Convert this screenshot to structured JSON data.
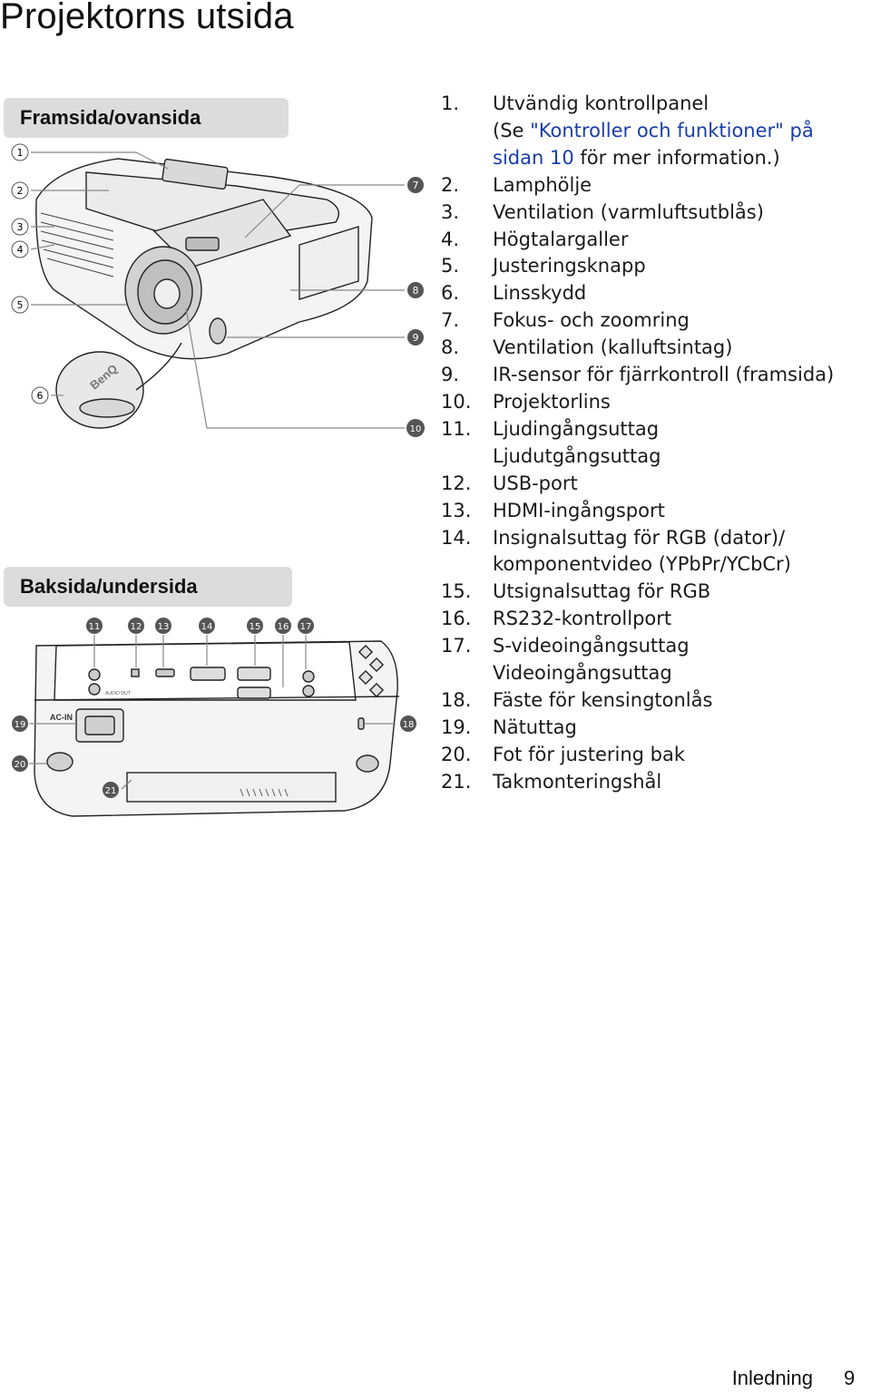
{
  "page": {
    "title": "Projektorns utsida",
    "footer_section": "Inledning",
    "page_number": "9"
  },
  "sections": {
    "front": "Framsida/ovansida",
    "back": "Baksida/undersida"
  },
  "diagram_labels": {
    "front_callouts": [
      "1",
      "2",
      "3",
      "4",
      "5",
      "6",
      "7",
      "8",
      "9",
      "10"
    ],
    "back_callouts": [
      "11",
      "12",
      "13",
      "14",
      "15",
      "16",
      "17",
      "18",
      "19",
      "20",
      "21"
    ],
    "brand_logo": "BenQ",
    "ac_in": "AC-IN",
    "audio_out": "AUDIO OUT"
  },
  "parts": [
    {
      "n": "1.",
      "text": "Utvändig kontrollpanel",
      "note_prefix": "(Se ",
      "note_link": "\"Kontroller och funktioner\" på sidan 10",
      "note_suffix": " för mer information.)"
    },
    {
      "n": "2.",
      "text": "Lamphölje"
    },
    {
      "n": "3.",
      "text": "Ventilation (varmluftsutblås)"
    },
    {
      "n": "4.",
      "text": "Högtalargaller"
    },
    {
      "n": "5.",
      "text": "Justeringsknapp"
    },
    {
      "n": "6.",
      "text": "Linsskydd"
    },
    {
      "n": "7.",
      "text": "Fokus- och zoomring"
    },
    {
      "n": "8.",
      "text": "Ventilation (kalluftsintag)"
    },
    {
      "n": "9.",
      "text": "IR-sensor för fjärrkontroll (framsida)"
    },
    {
      "n": "10.",
      "text": "Projektorlins"
    },
    {
      "n": "11.",
      "text": "Ljudingångsuttag",
      "text2": "Ljudutgångsuttag"
    },
    {
      "n": "12.",
      "text": "USB-port"
    },
    {
      "n": "13.",
      "text": "HDMI-ingångsport"
    },
    {
      "n": "14.",
      "text": "Insignalsuttag för RGB (dator)/",
      "text2": "komponentvideo (YPbPr/YCbCr)"
    },
    {
      "n": "15.",
      "text": "Utsignalsuttag för RGB"
    },
    {
      "n": "16.",
      "text": "RS232-kontrollport"
    },
    {
      "n": "17.",
      "text": "S-videoingångsuttag",
      "text2": "Videoingångsuttag"
    },
    {
      "n": "18.",
      "text": "Fäste för kensingtonlås"
    },
    {
      "n": "19.",
      "text": "Nätuttag"
    },
    {
      "n": "20.",
      "text": "Fot för justering bak"
    },
    {
      "n": "21.",
      "text": "Takmonteringshål"
    }
  ]
}
